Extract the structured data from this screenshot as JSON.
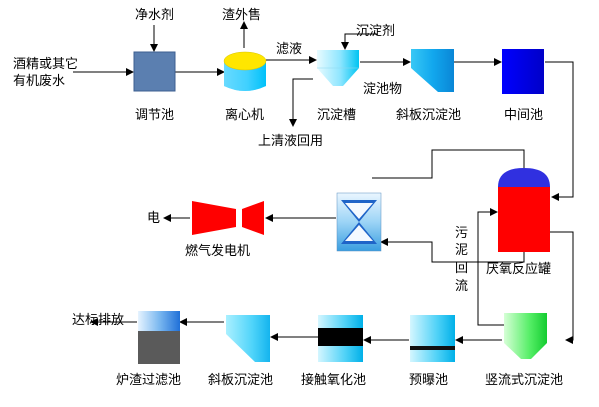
{
  "nodes": {
    "tiaojie": "调节池",
    "centrifuge": "离心机",
    "chendian_cao": "沉淀槽",
    "xieban_top": "斜板沉淀池",
    "zhongjian": "中间池",
    "yanyang": "厌氧反应罐",
    "heat_exchanger": "",
    "generator": "燃气发电机",
    "shuliu": "竖流式沉淀池",
    "yupu": "预曝池",
    "jiechu": "接触氧化池",
    "xieban_bottom": "斜板沉淀池",
    "luzha": "炉渣过滤池"
  },
  "flows": {
    "feed_line1": "酒精或其它",
    "feed_line2": "有机废水",
    "coagulant": "净水剂",
    "slag": "渣外售",
    "filtrate": "滤液",
    "precipitant": "沉淀剂",
    "supernatant": "上清液回用",
    "sediment": "淀池物",
    "electricity": "电",
    "sludge_return": [
      "污",
      "泥",
      "回",
      "流"
    ],
    "discharge": "达标排放"
  },
  "colors": {
    "tiaojie": "#5b7fb0",
    "centrifuge_top": "#ffe600",
    "centrifuge_body": "#00bfff",
    "zhongjian": "#0000ee",
    "yanyang_body": "#ff0000",
    "yanyang_dome": "#3030e0",
    "generator": "#ff0000",
    "arrow": "#000000"
  }
}
